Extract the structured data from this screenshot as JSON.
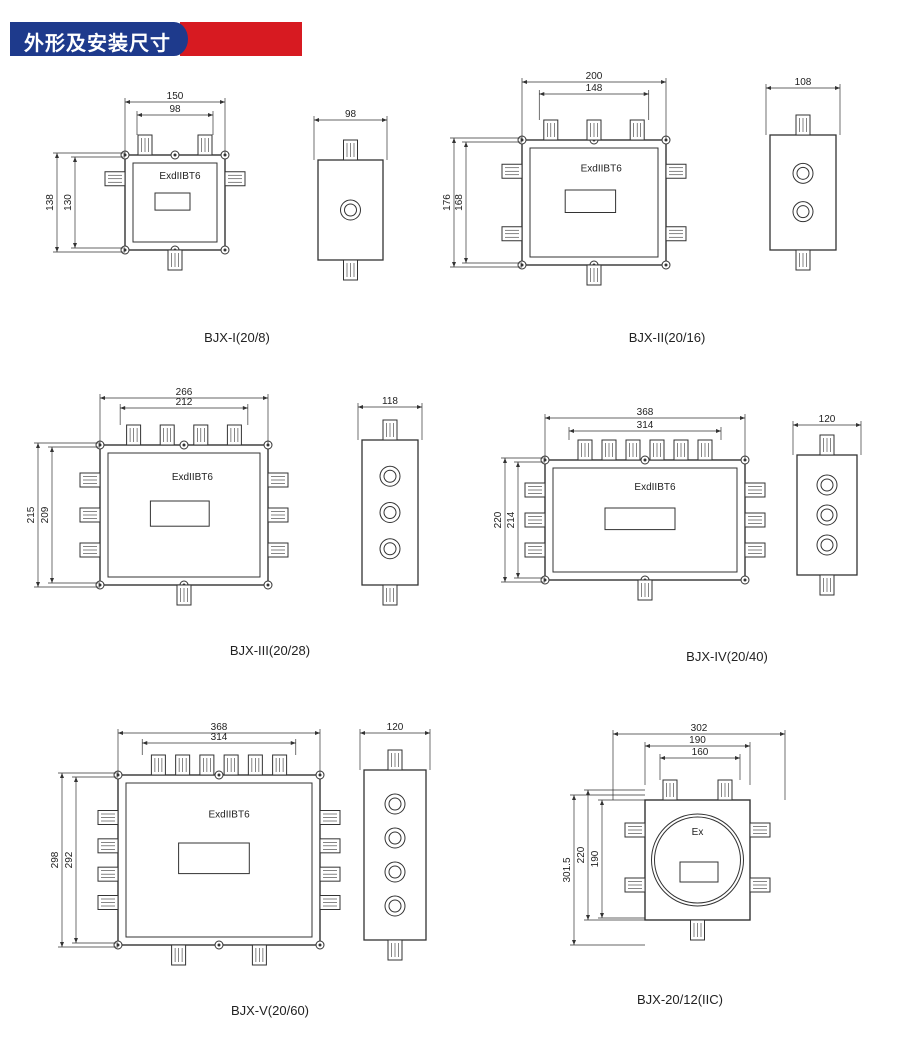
{
  "header": {
    "title": "外形及安装尺寸",
    "colors": {
      "blue": "#1e3a8c",
      "red": "#d71a21"
    }
  },
  "models": [
    {
      "name": "BJX-I(20/8)",
      "marking": "ExdIIBT6",
      "dims": {
        "width_outer": "150",
        "width_inner": "98",
        "height_outer": "138",
        "height_inner": "130",
        "side_depth": "98"
      }
    },
    {
      "name": "BJX-II(20/16)",
      "marking": "ExdIIBT6",
      "dims": {
        "width_outer": "200",
        "width_inner": "148",
        "height_outer": "176",
        "height_inner": "168",
        "side_depth": "108"
      }
    },
    {
      "name": "BJX-III(20/28)",
      "marking": "ExdIIBT6",
      "dims": {
        "width_outer": "266",
        "width_inner": "212",
        "height_outer": "215",
        "height_inner": "209",
        "side_depth": "118"
      }
    },
    {
      "name": "BJX-IV(20/40)",
      "marking": "ExdIIBT6",
      "dims": {
        "width_outer": "368",
        "width_inner": "314",
        "height_outer": "220",
        "height_inner": "214",
        "side_depth": "120"
      }
    },
    {
      "name": "BJX-V(20/60)",
      "marking": "ExdIIBT6",
      "dims": {
        "width_outer": "368",
        "width_inner": "314",
        "height_outer": "298",
        "height_inner": "292",
        "side_depth": "120"
      }
    },
    {
      "name": "BJX-20/12(IIC)",
      "marking": "Ex",
      "dims": {
        "width_outer": "302",
        "width_mid": "190",
        "width_inner": "160",
        "height_outer": "301.5",
        "height_mid": "220",
        "height_inner": "190"
      }
    }
  ]
}
